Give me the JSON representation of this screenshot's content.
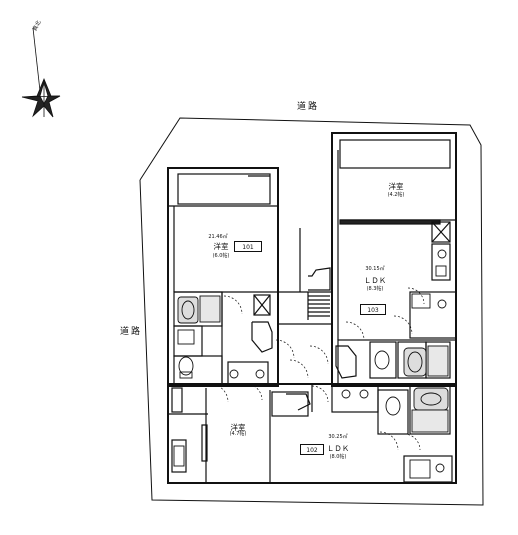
{
  "compass": {
    "north_label": "真北",
    "icon": "north-arrow-compass-icon"
  },
  "roads": {
    "top": "道路",
    "left": "道路"
  },
  "rooms": {
    "unit_101": {
      "area": "21.46㎡",
      "room_name": "洋室",
      "unit_number": "101",
      "tatami": "(6.0帖)"
    },
    "unit_103": {
      "western_room": {
        "name": "洋室",
        "tatami": "(4.2帖)"
      },
      "area": "30.15㎡",
      "ldk": "ＬＤＫ",
      "ldk_tatami": "(8.3帖)",
      "unit_number": "103"
    },
    "unit_102": {
      "western_room": {
        "name": "洋室",
        "tatami": "(4.7帖)"
      },
      "area": "30.25㎡",
      "ldk": "ＬＤＫ",
      "ldk_tatami": "(8.0帖)",
      "unit_number": "102"
    }
  },
  "colors": {
    "line": "#111111",
    "background": "#ffffff"
  }
}
